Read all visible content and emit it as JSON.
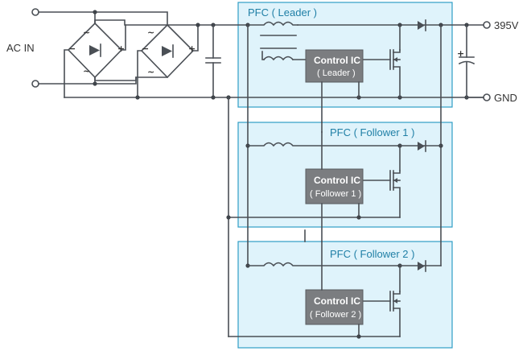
{
  "labels": {
    "ac_in": "AC IN",
    "out_v": "395V",
    "gnd": "GND"
  },
  "blocks": [
    {
      "title": "PFC ( Leader )",
      "ic_title": "Control IC",
      "ic_sub": "( Leader )"
    },
    {
      "title": "PFC ( Follower 1 )",
      "ic_title": "Control IC",
      "ic_sub": "( Follower 1 )"
    },
    {
      "title": "PFC ( Follower 2 )",
      "ic_title": "Control IC",
      "ic_sub": "( Follower 2 )"
    }
  ],
  "bridge_marks": {
    "ac": "~",
    "minus": "−",
    "plus": "+"
  },
  "colors": {
    "block_fill": "#dff3fb",
    "block_stroke": "#2f9ec6",
    "ic_fill": "#7b7d80",
    "wire": "#4a4f55"
  }
}
